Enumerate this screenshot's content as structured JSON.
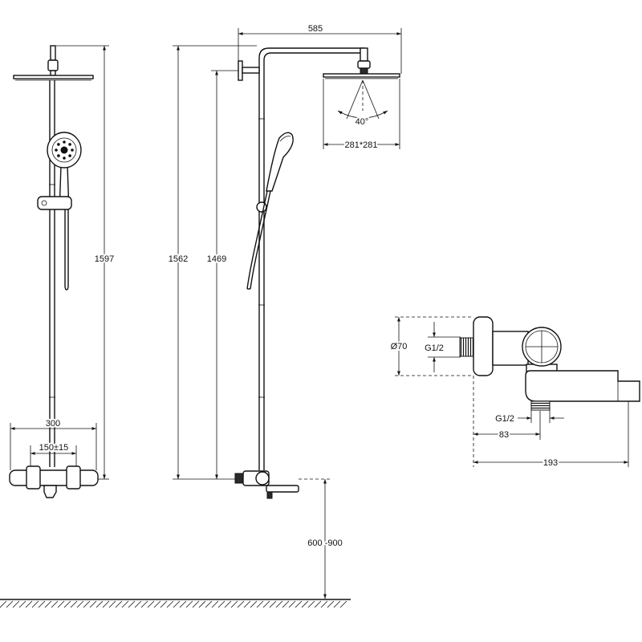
{
  "front_view": {
    "total_height": "1597",
    "bar_width": "300",
    "inlet_spacing": "150±15"
  },
  "side_view": {
    "arm_length": "585",
    "spray_angle": "40°",
    "head_size": "281*281",
    "head_height": "1562",
    "bracket_height": "1469",
    "mount_height": "600 -900"
  },
  "detail_view": {
    "body_diameter": "Ø70",
    "inlet_thread": "G1/2",
    "outlet_thread": "G1/2",
    "outlet_offset": "83",
    "spout_length": "193"
  }
}
